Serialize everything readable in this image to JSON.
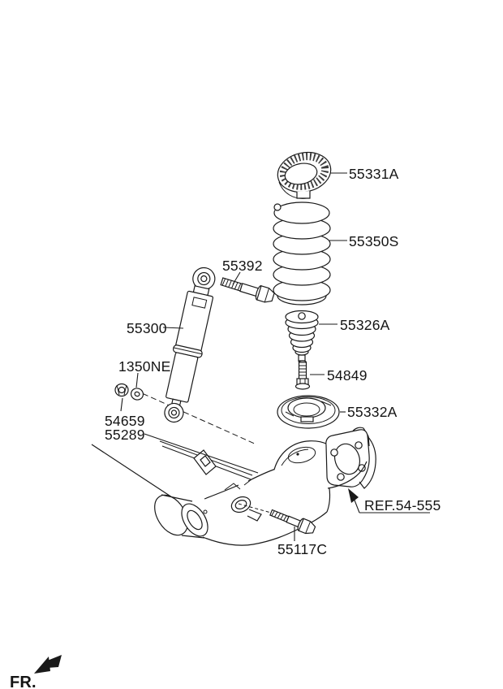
{
  "diagram": {
    "fr_label": "FR.",
    "ink_color": "#1a1a1a",
    "background_color": "#ffffff",
    "parts": [
      {
        "label": "55331A"
      },
      {
        "label": "55350S"
      },
      {
        "label": "55392"
      },
      {
        "label": "55300"
      },
      {
        "label": "1350NE"
      },
      {
        "label": "54659"
      },
      {
        "label": "55289"
      },
      {
        "label": "55326A"
      },
      {
        "label": "54849"
      },
      {
        "label": "55332A"
      },
      {
        "label": "REF.54-555"
      },
      {
        "label": "55117C"
      }
    ]
  }
}
